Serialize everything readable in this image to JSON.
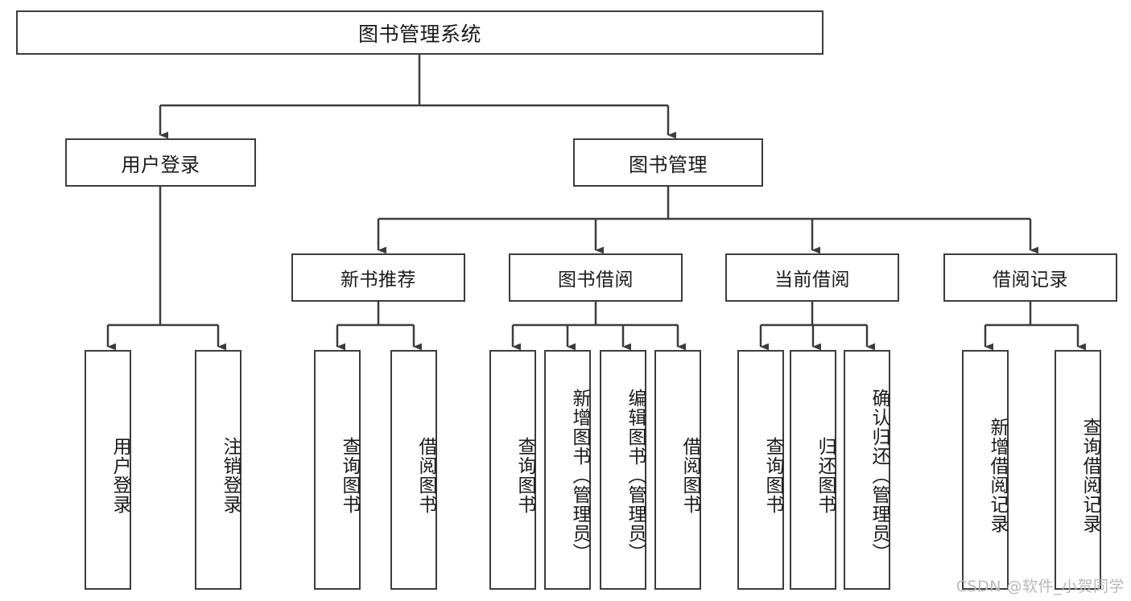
{
  "diagram": {
    "type": "tree",
    "title": "图书管理系统",
    "watermark": "CSDN @软件_小贺同学",
    "colors": {
      "border": "#3c3c3c",
      "background": "#ffffff",
      "text": "#1a1a1a",
      "watermark": "#b9b9b9"
    },
    "root": {
      "label": "图书管理系统"
    },
    "level1": [
      {
        "label": "用户登录"
      },
      {
        "label": "图书管理"
      }
    ],
    "level2": [
      {
        "label": "新书推荐"
      },
      {
        "label": "图书借阅"
      },
      {
        "label": "当前借阅"
      },
      {
        "label": "借阅记录"
      }
    ],
    "leaves": {
      "user_login": [
        {
          "label": "用户登录"
        },
        {
          "label": "注销登录"
        }
      ],
      "new_book_recommend": [
        {
          "label": "查询图书"
        },
        {
          "label": "借阅图书"
        }
      ],
      "book_borrow": [
        {
          "label": "查询图书"
        },
        {
          "label": "新增图书（管理员）"
        },
        {
          "label": "编辑图书（管理员）"
        },
        {
          "label": "借阅图书"
        }
      ],
      "current_borrow": [
        {
          "label": "查询图书"
        },
        {
          "label": "归还图书"
        },
        {
          "label": "确认归还（管理员）"
        }
      ],
      "borrow_record": [
        {
          "label": "新增借阅记录"
        },
        {
          "label": "查询借阅记录"
        }
      ]
    }
  }
}
